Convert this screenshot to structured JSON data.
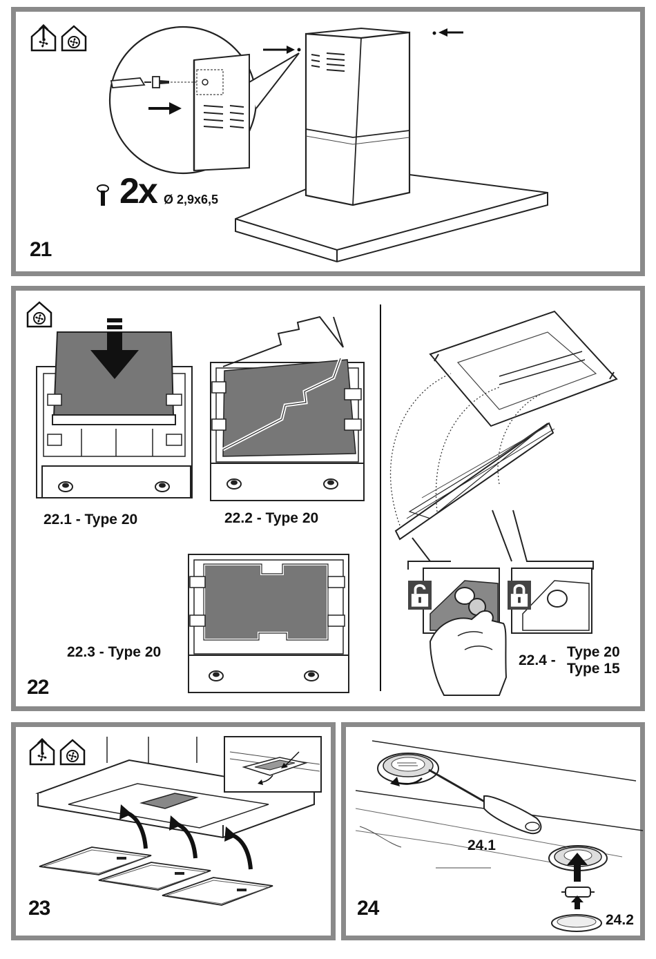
{
  "step21": {
    "number": "21",
    "screw_qty": "2x",
    "screw_size": "Ø 2,9x6,5",
    "icons": [
      "ducted-extraction-house-icon",
      "recirculation-house-icon"
    ]
  },
  "step22": {
    "number": "22",
    "captions": {
      "c1": "22.1 - Type 20",
      "c2": "22.2 - Type 20",
      "c3": "22.3 - Type 20",
      "c4_prefix": "22.4 -",
      "c4_line1": "Type 20",
      "c4_line2": "Type 15"
    },
    "icons": [
      "recirculation-house-icon",
      "padlock-open-icon",
      "padlock-closed-icon"
    ]
  },
  "step23": {
    "number": "23",
    "icons": [
      "ducted-extraction-house-icon",
      "recirculation-house-icon"
    ]
  },
  "step24": {
    "number": "24",
    "sub1": "24.1",
    "sub2": "24.2"
  }
}
